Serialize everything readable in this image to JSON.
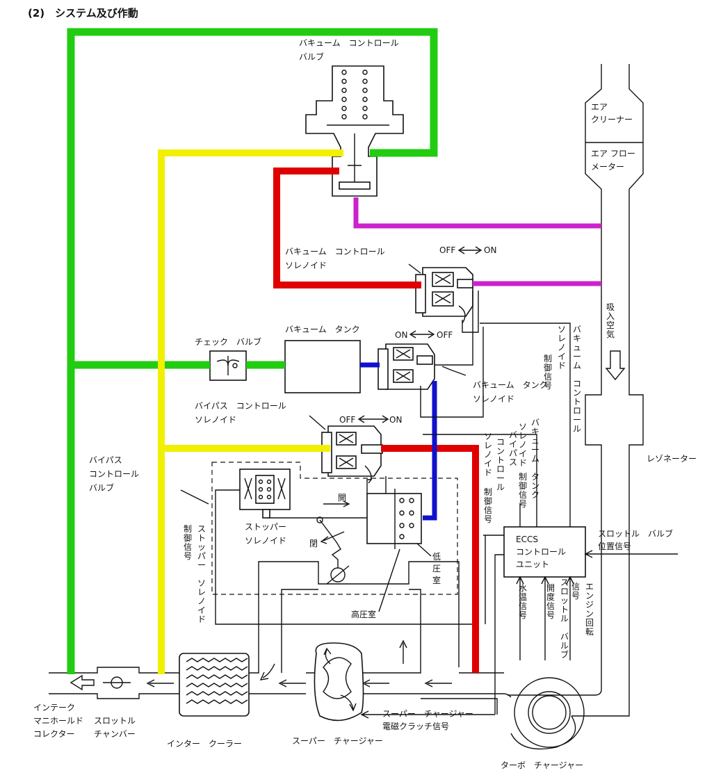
{
  "title": "(2)　システム及び作動",
  "colors": {
    "green": "#22cc11",
    "yellow": "#f0f000",
    "red": "#e00000",
    "magenta": "#cc22cc",
    "blue": "#1111cc",
    "line": "#111111"
  },
  "labels": {
    "vacuum_control_valve": [
      "バキューム　コントロール",
      "バルブ"
    ],
    "air_cleaner": [
      "エア",
      "クリーナー"
    ],
    "air_flow_meter": [
      "エア フロー",
      "メーター"
    ],
    "vacuum_control_solenoid": [
      "バキューム　コントロール",
      "ソレノイド"
    ],
    "off_on_1": [
      "OFF",
      "ON"
    ],
    "intake_air": "吸入空気",
    "check_valve": "チェック　バルブ",
    "vacuum_tank": "バキューム　タンク",
    "on_off_2": [
      "ON",
      "OFF"
    ],
    "vacuum_tank_solenoid": [
      "バキューム　タンク",
      "ソレノイド"
    ],
    "vc_solenoid_signal": [
      "バキューム　コントロール",
      "ソレノイド",
      "制御信号"
    ],
    "bypass_control_solenoid": [
      "バイパス　コントロール",
      "ソレノイド"
    ],
    "off_on_3": [
      "OFF",
      "ON"
    ],
    "resonator": "レゾネーター",
    "bypass_control_valve": [
      "バイパス",
      "コントロール",
      "バルブ"
    ],
    "vt_solenoid_signal": [
      "バキューム　タンク",
      "ソレノイド",
      "制御信号"
    ],
    "bp_solenoid_signal": [
      "バイパス",
      "コントロール",
      "ソレノイド",
      "制御信号"
    ],
    "open": "開",
    "close": "閉",
    "stopper_solenoid": [
      "ストッパー",
      "ソレノイド"
    ],
    "stopper_solenoid_signal": [
      "ストッパー　ソレノイド",
      "制御信号"
    ],
    "low_pressure": [
      "低",
      "圧",
      "室"
    ],
    "high_pressure": "高圧室",
    "eccs": [
      "ECCS",
      "コントロール",
      "ユニット"
    ],
    "throttle_position_signal": [
      "スロットル　バルブ",
      "位置信号"
    ],
    "water_temp_signal": "水温信号",
    "throttle_opening_signal": [
      "スロットル　バルブ",
      "開度信号"
    ],
    "engine_rpm_signal": [
      "エンジン回転",
      "信号"
    ],
    "intake_manifold": [
      "インテーク",
      "マニホールド",
      "コレクター"
    ],
    "throttle_chamber": [
      "スロットル",
      "チャンバー"
    ],
    "intercooler": "インター　クーラー",
    "supercharger": "スーパー　チャージャー",
    "sc_clutch_signal": [
      "スーパー　チャージャー",
      "電磁クラッチ信号"
    ],
    "turbocharger": "ターボ　チャージャー"
  }
}
